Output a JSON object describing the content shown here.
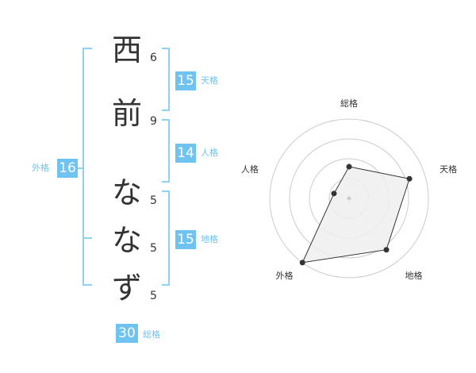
{
  "name_chars": [
    {
      "char": "西",
      "strokes": "6"
    },
    {
      "char": "前",
      "strokes": "9"
    },
    {
      "char": "な",
      "strokes": "5"
    },
    {
      "char": "な",
      "strokes": "5"
    },
    {
      "char": "ず",
      "strokes": "5"
    }
  ],
  "grids": {
    "tenkaku": {
      "value": "15",
      "label": "天格"
    },
    "jinkaku": {
      "value": "14",
      "label": "人格"
    },
    "chikaku": {
      "value": "15",
      "label": "地格"
    },
    "gaikaku": {
      "value": "16",
      "label": "外格"
    },
    "soukaku": {
      "value": "30",
      "label": "総格"
    }
  },
  "chart_data": {
    "type": "radar",
    "axes": [
      "総格",
      "天格",
      "地格",
      "外格",
      "人格"
    ],
    "values": [
      2,
      4,
      4,
      5,
      1
    ],
    "max": 5,
    "rings": 4,
    "colors": {
      "fill": "#eeeeee",
      "stroke": "#333333",
      "grid": "#cccccc",
      "accent": "#6fc3f1"
    }
  }
}
